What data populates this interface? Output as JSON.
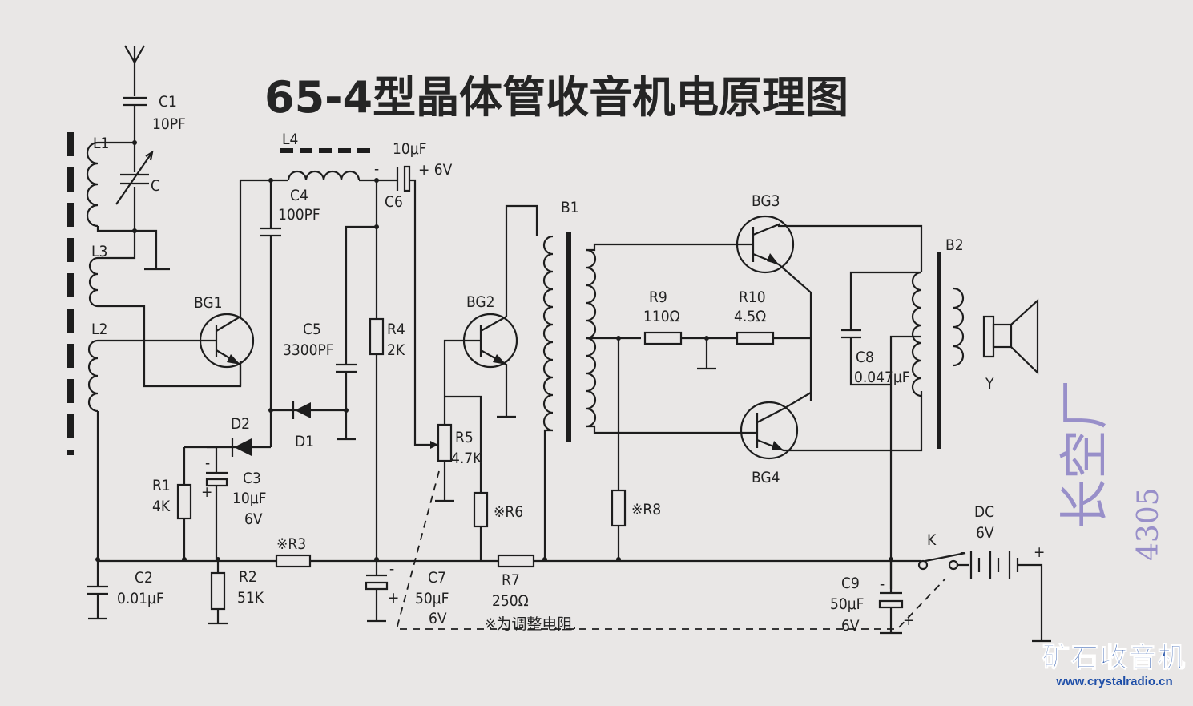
{
  "title": "65-4型晶体管收音机电原理图",
  "labels": {
    "C1": "C1",
    "C1_val": "10PF",
    "C": "C",
    "L1": "L1",
    "L2": "L2",
    "L3": "L3",
    "L4": "L4",
    "BG1": "BG1",
    "BG2": "BG2",
    "BG3": "BG3",
    "BG4": "BG4",
    "C4": "C4",
    "C4_val": "100PF",
    "C5": "C5",
    "C5_val": "3300PF",
    "C6": "C6",
    "C6_val": "10μF",
    "C6_volt": "+ 6V",
    "R4": "R4",
    "R4_val": "2K",
    "D1": "D1",
    "D2": "D2",
    "R1": "R1",
    "R1_val": "4K",
    "C3": "C3",
    "C3_val": "10μF",
    "C3_volt": "6V",
    "C2": "C2",
    "C2_val": "0.01μF",
    "R2": "R2",
    "R2_val": "51K",
    "R3": "※R3",
    "C7": "C7",
    "C7_val": "50μF",
    "C7_volt": "6V",
    "R5": "R5",
    "R5_val": "4.7K",
    "R6": "※R6",
    "R7": "R7",
    "R7_val": "250Ω",
    "B1": "B1",
    "B2": "B2",
    "R8": "※R8",
    "R9": "R9",
    "R9_val": "110Ω",
    "R10": "R10",
    "R10_val": "4.5Ω",
    "C8": "C8",
    "C8_val": "0.047μF",
    "Y": "Y",
    "K": "K",
    "DC": "DC",
    "DC_val": "6V",
    "C9": "C9",
    "C9_val": "50μF",
    "C9_volt": "6V",
    "plus": "+",
    "minus": "-"
  },
  "note": "※为调整电阻.",
  "stamp": {
    "line1": "长空厂",
    "line2": "4305"
  },
  "watermark": {
    "name": "矿石收音机",
    "url": "www.crystalradio.cn"
  },
  "colors": {
    "paper": "#e9e7e6",
    "ink": "#1d1d1d",
    "stamp": "#7d72c0",
    "watermark": "#1f4fa8"
  }
}
